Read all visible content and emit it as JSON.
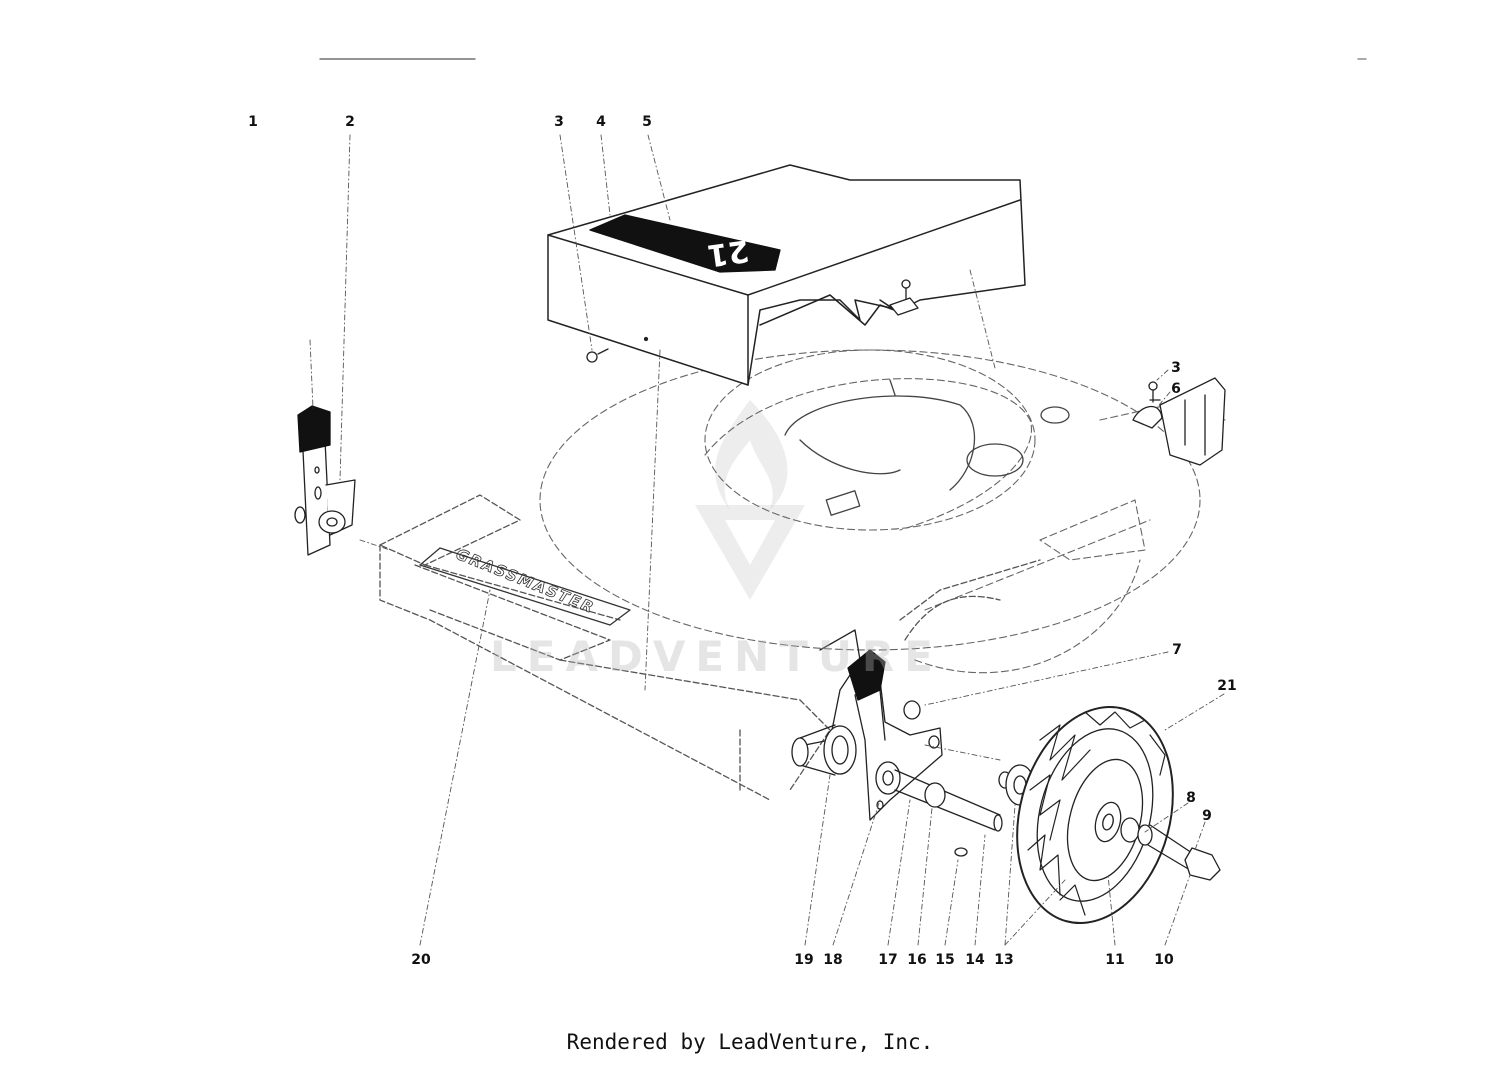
{
  "diagram": {
    "cover_decal_number": "21",
    "deck_brand": "GRASSMASTER",
    "callouts": [
      {
        "id": "c1",
        "label": "1"
      },
      {
        "id": "c2",
        "label": "2"
      },
      {
        "id": "c3a",
        "label": "3"
      },
      {
        "id": "c4",
        "label": "4"
      },
      {
        "id": "c5",
        "label": "5"
      },
      {
        "id": "c3b",
        "label": "3"
      },
      {
        "id": "c6",
        "label": "6"
      },
      {
        "id": "c7",
        "label": "7"
      },
      {
        "id": "c21",
        "label": "21"
      },
      {
        "id": "c8",
        "label": "8"
      },
      {
        "id": "c9",
        "label": "9"
      },
      {
        "id": "c20",
        "label": "20"
      },
      {
        "id": "c19",
        "label": "19"
      },
      {
        "id": "c18",
        "label": "18"
      },
      {
        "id": "c17",
        "label": "17"
      },
      {
        "id": "c16",
        "label": "16"
      },
      {
        "id": "c15",
        "label": "15"
      },
      {
        "id": "c14",
        "label": "14"
      },
      {
        "id": "c13",
        "label": "13"
      },
      {
        "id": "c11",
        "label": "11"
      },
      {
        "id": "c10",
        "label": "10"
      }
    ]
  },
  "watermark": {
    "text": "LEADVENTURE"
  },
  "footer": {
    "text": "Rendered by LeadVenture, Inc."
  },
  "colors": {
    "line": "#222222",
    "fill_dark": "#111111",
    "watermark": "#bbbbbb"
  }
}
